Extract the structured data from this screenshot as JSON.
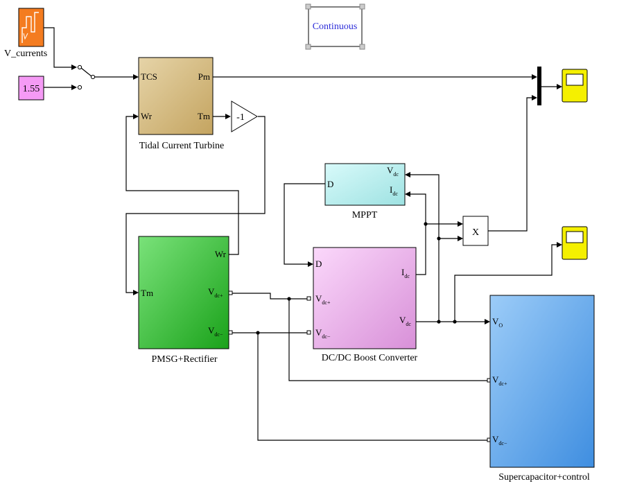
{
  "blocks": {
    "v_currents": {
      "label": "V_currents",
      "color": "#f47c20"
    },
    "constant": {
      "value": "1.55",
      "color": "#f59af5"
    },
    "solver": {
      "label": "Continuous",
      "text_color": "#2b2bd8"
    },
    "turbine": {
      "label": "Tidal Current Turbine",
      "color": "#d7c088",
      "ports": {
        "tcs": "TCS",
        "wr": "Wr",
        "pm": "Pm",
        "tm": "Tm"
      }
    },
    "gain": {
      "value": "-1"
    },
    "mppt": {
      "label": "MPPT",
      "color": "#bff0f0",
      "ports": {
        "d": "D",
        "vdc_main": "V",
        "vdc_sub": "dc",
        "idc_main": "I",
        "idc_sub": "dc"
      }
    },
    "pmsg": {
      "label": "PMSG+Rectifier",
      "color": "#2fbe2f",
      "ports": {
        "tm": "Tm",
        "wr": "Wr",
        "vp_main": "V",
        "vp_sub": "dc+",
        "vn_main": "V",
        "vn_sub": "dc−"
      }
    },
    "boost": {
      "label": "DC/DC Boost Converter",
      "color": "#f4c4f4",
      "ports": {
        "d": "D",
        "vp_main": "V",
        "vp_sub": "dc+",
        "vn_main": "V",
        "vn_sub": "dc−",
        "idc_main": "I",
        "idc_sub": "dc",
        "vdc_main": "V",
        "vdc_sub": "dc"
      }
    },
    "product": {
      "symbol": "X"
    },
    "supercap": {
      "label": "Supercapacitor+control",
      "color": "#5ea8ec",
      "ports": {
        "vo_main": "V",
        "vo_sub": "O",
        "vp_main": "V",
        "vp_sub": "dc+",
        "vn_main": "V",
        "vn_sub": "dc−"
      }
    },
    "scope": {
      "color": "#f5f000"
    }
  }
}
